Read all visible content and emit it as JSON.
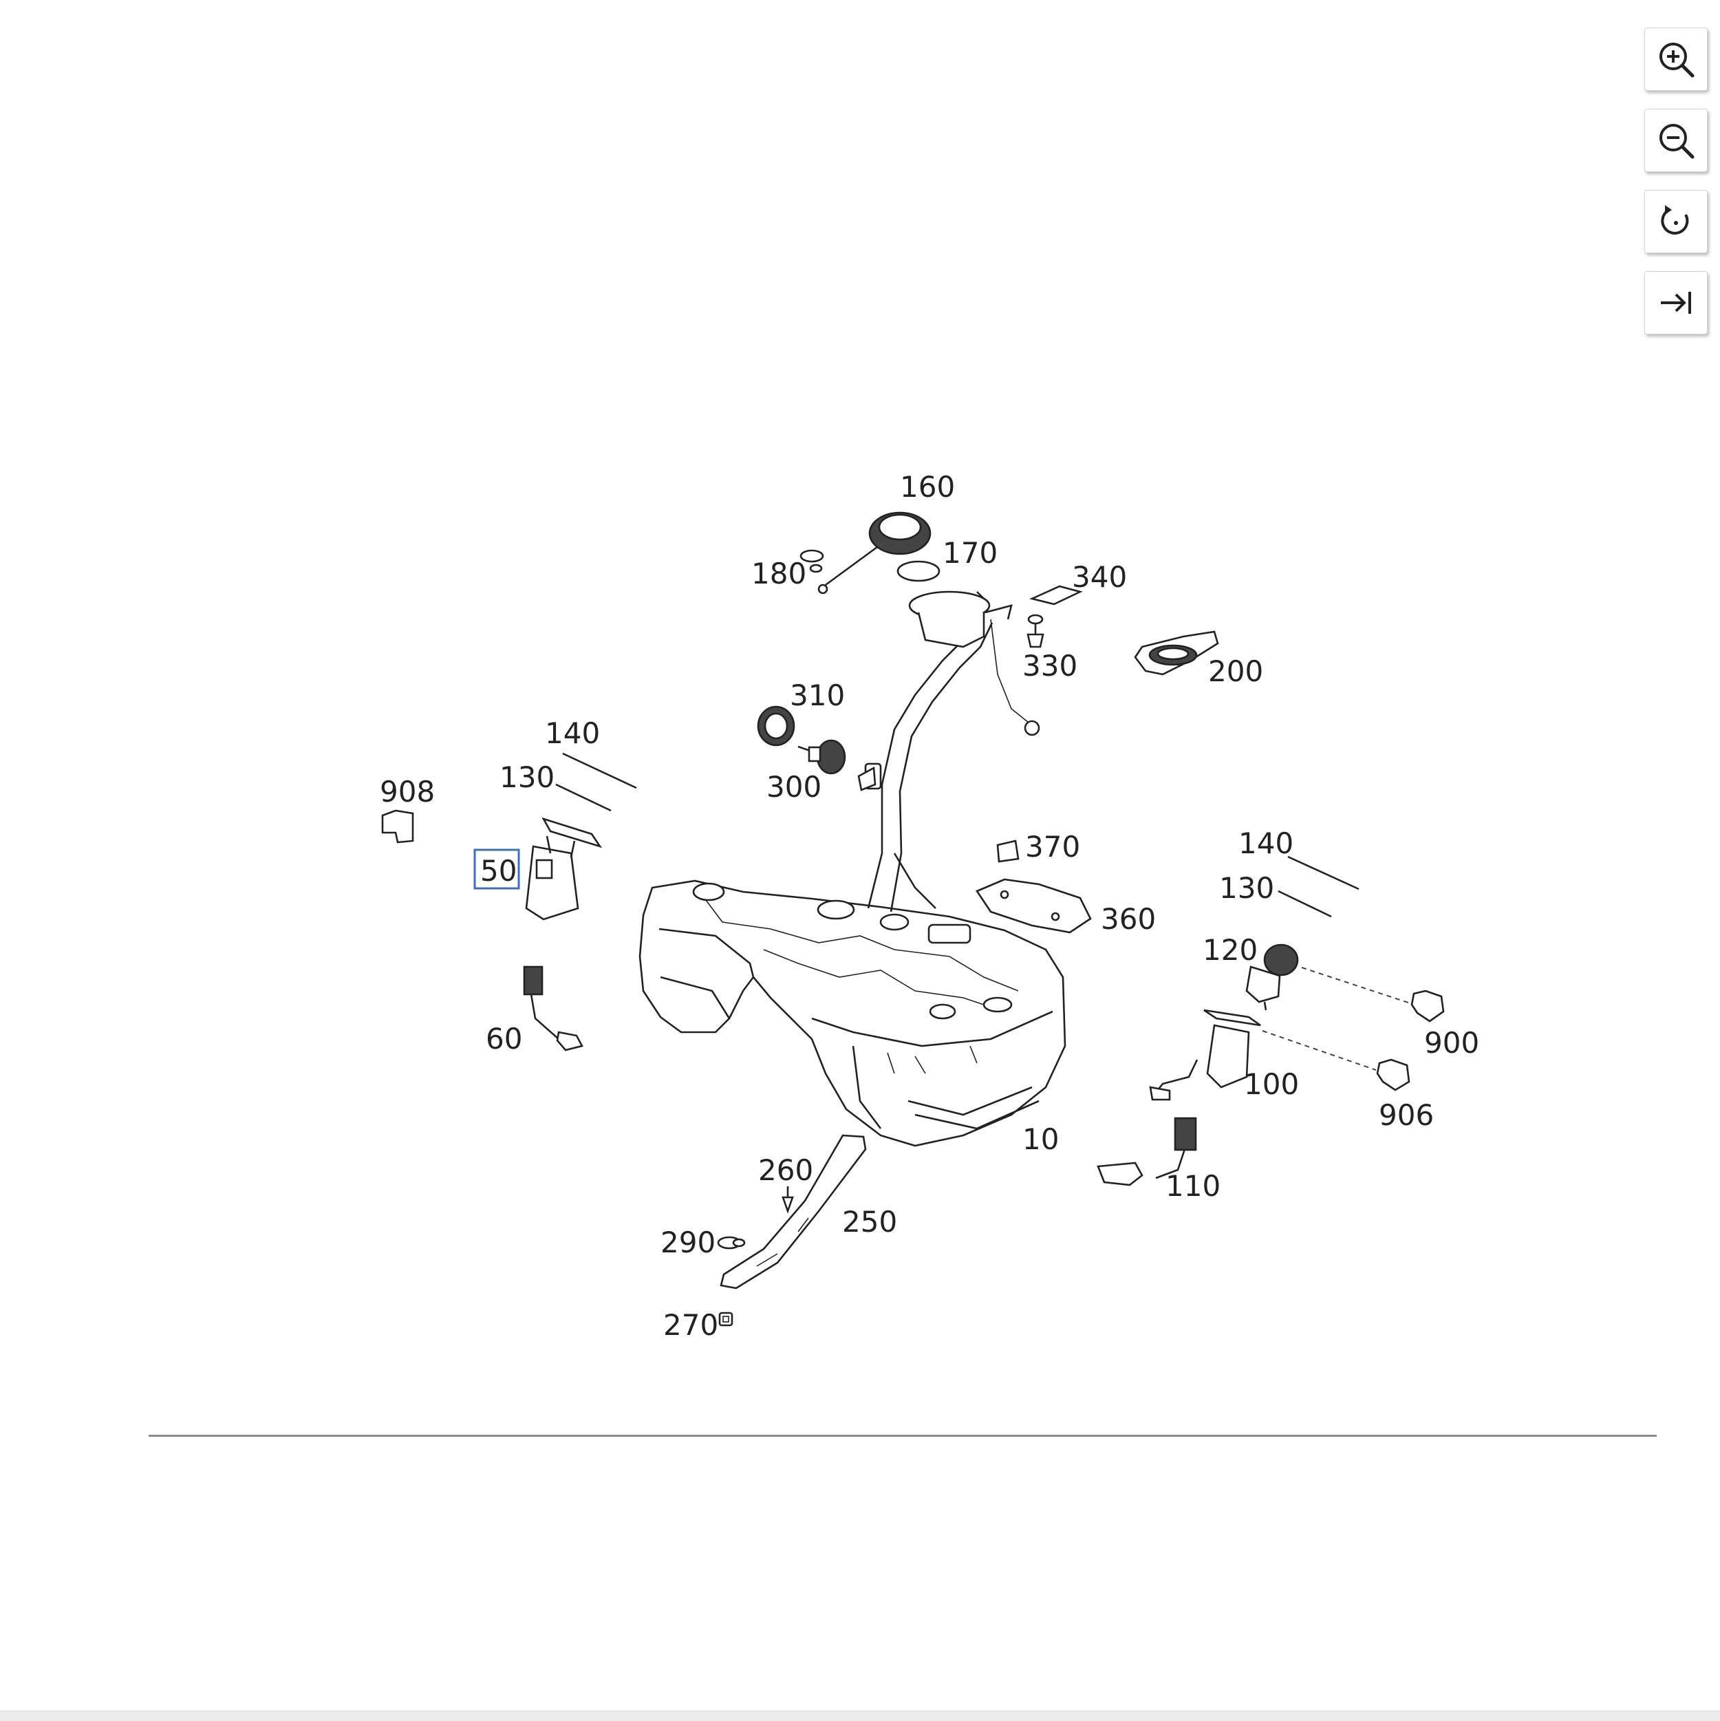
{
  "toolbar": {
    "buttons": [
      {
        "id": "zoom-in",
        "icon": "zoom-in-icon"
      },
      {
        "id": "zoom-out",
        "icon": "zoom-out-icon"
      },
      {
        "id": "reset",
        "icon": "rotate-reset-icon"
      },
      {
        "id": "expand",
        "icon": "expand-right-icon"
      }
    ]
  },
  "diagram": {
    "selected_callout": "50",
    "callouts": {
      "c160": "160",
      "c170": "170",
      "c180": "180",
      "c340": "340",
      "c330": "330",
      "c200": "200",
      "c310": "310",
      "c300": "300",
      "c140a": "140",
      "c130a": "130",
      "c908": "908",
      "c50": "50",
      "c60": "60",
      "c370": "370",
      "c360": "360",
      "c140b": "140",
      "c130b": "130",
      "c120": "120",
      "c900": "900",
      "c100": "100",
      "c906": "906",
      "c10": "10",
      "c110": "110",
      "c260": "260",
      "c250": "250",
      "c290": "290",
      "c270": "270"
    }
  },
  "colors": {
    "accent": "#3a6fc4",
    "line": "#222222",
    "divider": "#8a8a8a"
  }
}
